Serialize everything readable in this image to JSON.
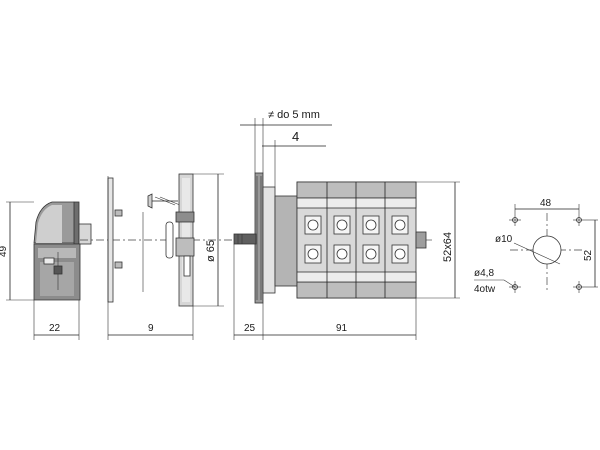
{
  "diagram": {
    "labels": {
      "dim_49": "49",
      "dim_22": "22",
      "dim_9": "9",
      "dim_phi65": "ø 65",
      "dim_gap": "≠ do 5 mm",
      "dim_4": "4",
      "dim_25": "25",
      "dim_91": "91",
      "dim_52x64": "52x64",
      "dim_48": "48",
      "dim_52": "52",
      "dim_phi10": "ø10",
      "dim_phi48": "ø4,8",
      "dim_4otw": "4otw"
    },
    "colors": {
      "line": "#222222",
      "body_grey": "#c8c8c8",
      "dark_grey": "#7a7a7a",
      "light_grey": "#e2e2e2"
    }
  }
}
